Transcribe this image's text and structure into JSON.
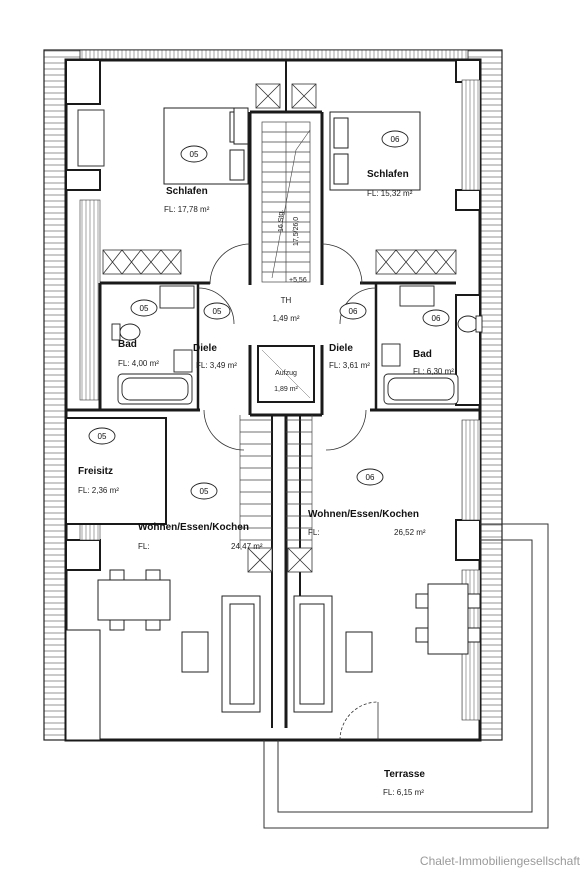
{
  "rooms": [
    {
      "id": "schlafen-05",
      "badge": "05",
      "name": "Schlafen",
      "area": "FL: 17,78 m²"
    },
    {
      "id": "schlafen-06",
      "badge": "06",
      "name": "Schlafen",
      "area": "FL: 15,32 m²"
    },
    {
      "id": "bad-05",
      "badge": "05",
      "name": "Bad",
      "area": "FL: 4,00 m²"
    },
    {
      "id": "diele-05",
      "badge": "05",
      "name": "Diele",
      "area": "FL: 3,49 m²"
    },
    {
      "id": "th",
      "name": "TH",
      "area": "1,49 m²"
    },
    {
      "id": "aufzug",
      "name": "Aufzug",
      "area": "1,89 m²"
    },
    {
      "id": "diele-06",
      "badge": "06",
      "name": "Diele",
      "area": "FL: 3,61 m²"
    },
    {
      "id": "bad-06",
      "badge": "06",
      "name": "Bad",
      "area": "FL: 6,30 m²"
    },
    {
      "id": "freisitz-05",
      "badge": "05",
      "name": "Freisitz",
      "area": "FL: 2,36 m²"
    },
    {
      "id": "wohnen-05",
      "badge": "05",
      "name": "Wohnen/Essen/Kochen",
      "area_label": "FL:",
      "area": "24,47 m²"
    },
    {
      "id": "wohnen-06",
      "badge": "06",
      "name": "Wohnen/Essen/Kochen",
      "area_label": "FL:",
      "area": "26,52 m²"
    },
    {
      "id": "terrasse",
      "name": "Terrasse",
      "area": "FL: 6,15 m²"
    }
  ],
  "stair": {
    "level": "+5,56",
    "note_1": "16 Stg.",
    "note_2": "17,5/26,0"
  },
  "watermark": "Chalet-Immobiliengesellschaft",
  "colors": {
    "wall": "#1a1a1a",
    "line": "#333333",
    "hatch": "#555555",
    "watermark": "#9a9a9a"
  }
}
